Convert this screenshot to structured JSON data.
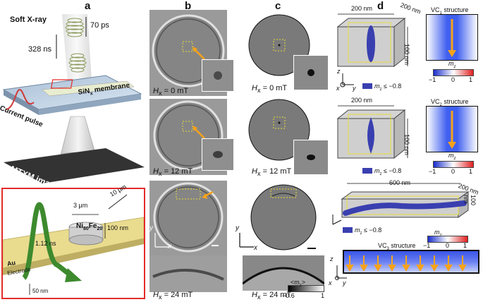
{
  "panels": {
    "a": "a",
    "b": "b",
    "c": "c",
    "d": "d"
  },
  "panel_a": {
    "soft_xray": "Soft X-ray",
    "pulse_width": "70 ps",
    "period": "328 ns",
    "membrane": "SiN",
    "membrane_sub": "x",
    "membrane_suffix": " membrane",
    "current_pulse": "Current pulse",
    "mtxm": "MTXM image",
    "inset": {
      "width": "3 μm",
      "pad_length": "10 μm",
      "thickness": "100 nm",
      "material_main": "Ni",
      "material_sub1": "80",
      "material_mid": "Fe",
      "material_sub2": "20",
      "pulse_time": "1.12 ns",
      "electrode_thickness": "50 nm",
      "au": "Au",
      "electrode": "Electrode"
    }
  },
  "panel_b": {
    "rows": [
      {
        "field_var": "H",
        "field_sub": "x",
        "field_value": " = 0 mT"
      },
      {
        "field_var": "H",
        "field_sub": "x",
        "field_value": " = 12 mT"
      },
      {
        "field_var": "H",
        "field_sub": "x",
        "field_value": " = 24 mT"
      }
    ],
    "axis_y": "y",
    "axis_x": "x"
  },
  "panel_c": {
    "rows": [
      {
        "field_var": "H",
        "field_sub": "x",
        "field_value": " = 0 mT"
      },
      {
        "field_var": "H",
        "field_sub": "x",
        "field_value": " = 12 mT"
      },
      {
        "field_var": "H",
        "field_sub": "x",
        "field_value": " = 24 mT"
      }
    ],
    "axis_y": "y",
    "axis_x": "x",
    "colorbar": {
      "label": "<m",
      "label_sub": "z",
      "label_end": ">",
      "min": "−0.6",
      "max": "1"
    }
  },
  "panel_d": {
    "vc1": {
      "dim_x": "200 nm",
      "dim_y": "200 nm",
      "dim_z": "100 nm",
      "legend": "m",
      "legend_sub": "z",
      "legend_rest": " ≤ −0.8",
      "structure": "VC",
      "structure_sub": "1",
      "structure_rest": " structure",
      "cbar_label": "m",
      "cbar_sub": "z",
      "cbar_min": "−1",
      "cbar_mid": "0",
      "cbar_max": "1"
    },
    "vc2": {
      "dim_x": "200 nm",
      "dim_z": "100 nm",
      "legend": "m",
      "legend_sub": "z",
      "legend_rest": " ≤ −0.8",
      "structure": "VC",
      "structure_sub": "2",
      "structure_rest": " structure",
      "cbar_label": "m",
      "cbar_sub": "z",
      "cbar_min": "−1",
      "cbar_mid": "0",
      "cbar_max": "1"
    },
    "vc3": {
      "dim_x": "600 nm",
      "dim_y": "200 nm",
      "dim_z": "100 nm",
      "legend": "m",
      "legend_sub": "z",
      "legend_rest": " ≤ −0.8",
      "structure": "VC",
      "structure_sub": "3",
      "structure_rest": " structure",
      "cbar_label": "m",
      "cbar_sub": "z",
      "cbar_min": "−1",
      "cbar_mid": "0",
      "cbar_max": "1"
    },
    "axes": {
      "x": "x",
      "y": "y",
      "z": "z"
    }
  },
  "colors": {
    "inset_border": "#e32b2b",
    "arrow_orange": "#f7a21b",
    "dashed_yellow": "#e8dc3a",
    "vortex_blue": "#3a3fb0",
    "green_pulse": "#4aa33a",
    "electrode": "#e6d98a"
  }
}
